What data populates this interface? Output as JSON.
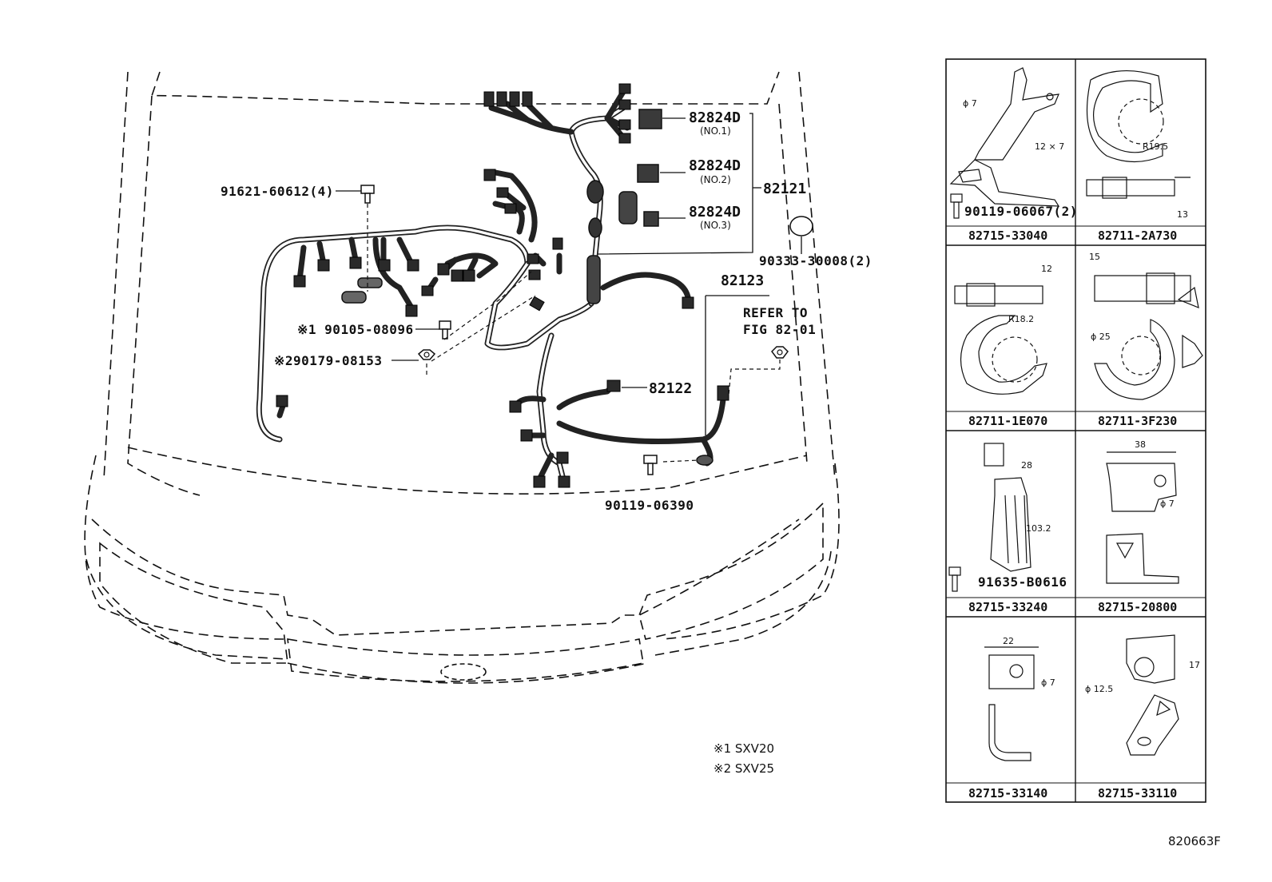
{
  "callouts": {
    "p82824d_1": "82824D",
    "p82824d_1_sub": "(NO.1)",
    "p82824d_2": "82824D",
    "p82824d_2_sub": "(NO.2)",
    "p82824d_3": "82824D",
    "p82824d_3_sub": "(NO.3)",
    "p82121": "82121",
    "p91621": "91621-60612(4)",
    "p90333": "90333-30008(2)",
    "p82123": "82123",
    "refer_line1": "REFER TO",
    "refer_line2": "FIG 82-01",
    "p90105": "※1 90105-08096",
    "p90179": "※290179-08153",
    "p82122": "82122",
    "p90119_06390": "90119-06390"
  },
  "notes": {
    "n1": "※1  SXV20",
    "n2": "※2  SXV25"
  },
  "figure_code": "820663F",
  "parts_table": {
    "cells": [
      {
        "caption": "82715-33040",
        "sub_part": "90119-06067(2)",
        "dims": [
          "ϕ 7",
          "12 × 7"
        ]
      },
      {
        "caption": "82711-2A730",
        "dims": [
          "R19.5",
          "13"
        ]
      },
      {
        "caption": "82711-1E070",
        "dims": [
          "12",
          "R18.2"
        ]
      },
      {
        "caption": "82711-3F230",
        "dims": [
          "15",
          "ϕ 25"
        ]
      },
      {
        "caption": "82715-33240",
        "sub_part": "91635-B0616",
        "dims": [
          "28",
          "103.2"
        ]
      },
      {
        "caption": "82715-20800",
        "dims": [
          "38",
          "ϕ 7"
        ]
      },
      {
        "caption": "82715-33140",
        "dims": [
          "22",
          "ϕ 7"
        ]
      },
      {
        "caption": "82715-33110",
        "dims": [
          "17",
          "ϕ 12.5"
        ]
      }
    ]
  }
}
